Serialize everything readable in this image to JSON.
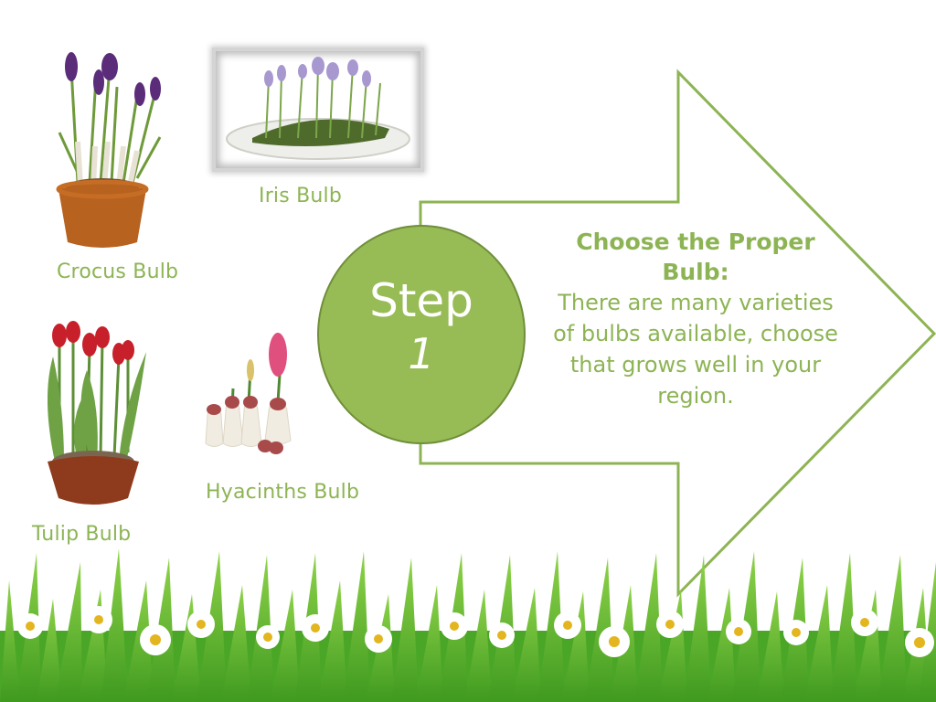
{
  "slide": {
    "step": {
      "word": "Step",
      "number": "1"
    },
    "description": {
      "title": "Choose the Proper Bulb:",
      "body": "There are many varieties of bulbs available, choose that grows well in your region."
    },
    "bulbs": [
      {
        "label": "Crocus Bulb",
        "icon": "crocus-pot-image"
      },
      {
        "label": "Iris Bulb",
        "icon": "iris-dish-image"
      },
      {
        "label": "Tulip Bulb",
        "icon": "tulip-pot-image"
      },
      {
        "label": "Hyacinths Bulb",
        "icon": "hyacinth-vases-image"
      }
    ],
    "colors": {
      "accent_green": "#8db454",
      "circle_fill": "#97bb55",
      "circle_border": "#6f8f3a",
      "arrow_stroke": "#8db454",
      "grass_green": "#5fb82a",
      "background": "#ffffff"
    }
  }
}
